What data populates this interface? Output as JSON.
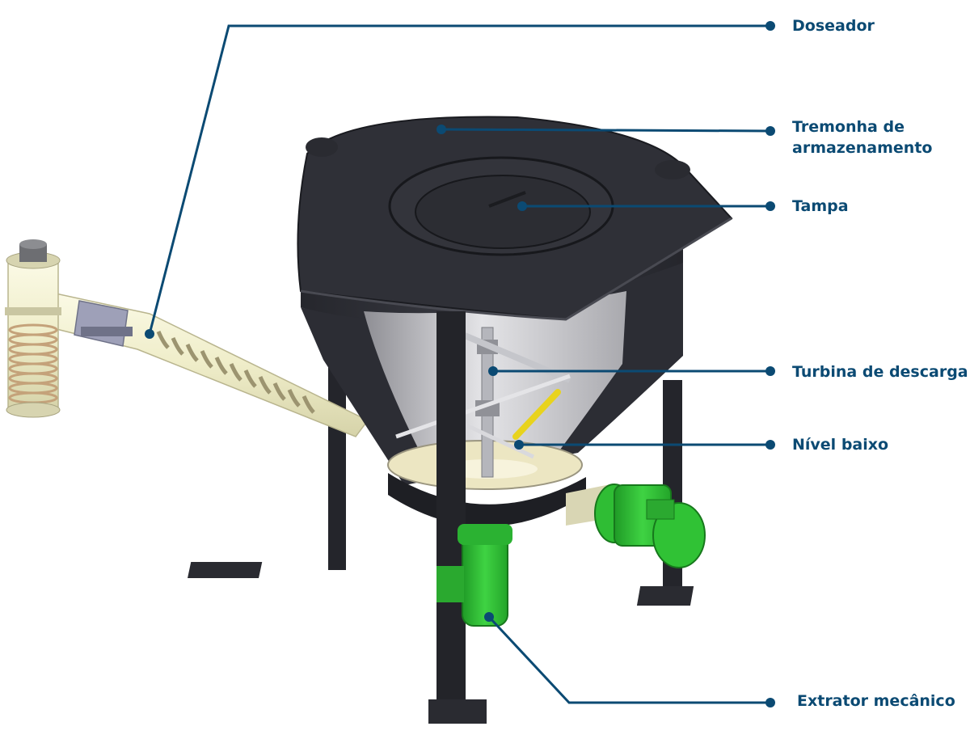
{
  "diagram": {
    "callout_color": "#0b4a73",
    "labels": {
      "doseador": "Doseador",
      "tremonha": "Tremonha de\narmazenamento",
      "tampa": "Tampa",
      "turbina": "Turbina de descarga",
      "nivel": "Nível baixo",
      "extrator": "Extrator mecânico"
    },
    "colors": {
      "hopper_body": "#2b2c33",
      "hopper_top": "#34353c",
      "hopper_edge": "#1a1b20",
      "interior": "#c9c9cd",
      "screw_tube": "#f1efcf",
      "screw_flight": "#a8a07a",
      "motor_green": "#37c43a",
      "motor_green_dark": "#1f8f25",
      "level_sensor": "#e8d31d"
    }
  }
}
